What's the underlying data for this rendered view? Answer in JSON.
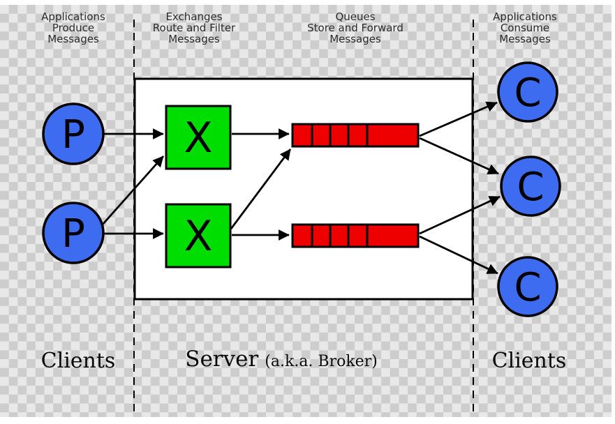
{
  "top_labels": [
    {
      "lines": [
        "Applications",
        "Produce",
        "Messages"
      ]
    },
    {
      "lines": [
        "Exchanges",
        "Route and Filter",
        "Messages"
      ]
    },
    {
      "lines": [
        "Queues",
        "Store and Forward",
        "Messages"
      ]
    },
    {
      "lines": [
        "Applications",
        "Consume",
        "Messages"
      ]
    }
  ],
  "nodes": {
    "producer_letter": "P",
    "exchange_letter": "X",
    "consumer_letter": "C"
  },
  "bottom_labels": {
    "clients_left": "Clients",
    "server": "Server",
    "server_note": "(a.k.a. Broker)",
    "clients_right": "Clients"
  },
  "colors": {
    "producer_fill": "#3e6cf0",
    "consumer_fill": "#3e6cf0",
    "exchange_fill": "#00dd00",
    "queue_fill": "#ee0000",
    "outline": "#000000",
    "server_fill": "#ffffff"
  }
}
